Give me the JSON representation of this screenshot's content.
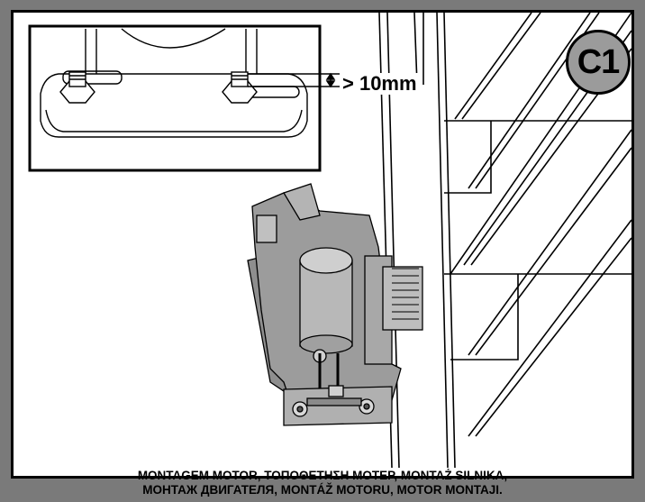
{
  "figure": {
    "badge": "C1",
    "dimension_label": "> 10mm"
  },
  "caption": {
    "line1": "MONTAGEM MOTOR, ΤΟΠΟΘΕΤΗΣΗ ΜΟΤΕΡ, MONTAŻ SILNIKA,",
    "line2": "МОНТАЖ ДВИГАТЕЛЯ, MONTÁŽ MOTORU, MOTOR MONTAJI."
  },
  "colors": {
    "page_background": "#7a7a7a",
    "panel_background": "#ffffff",
    "motor_fill": "#9c9c9c",
    "badge_fill": "#9b9b9b",
    "outline": "#000000"
  }
}
